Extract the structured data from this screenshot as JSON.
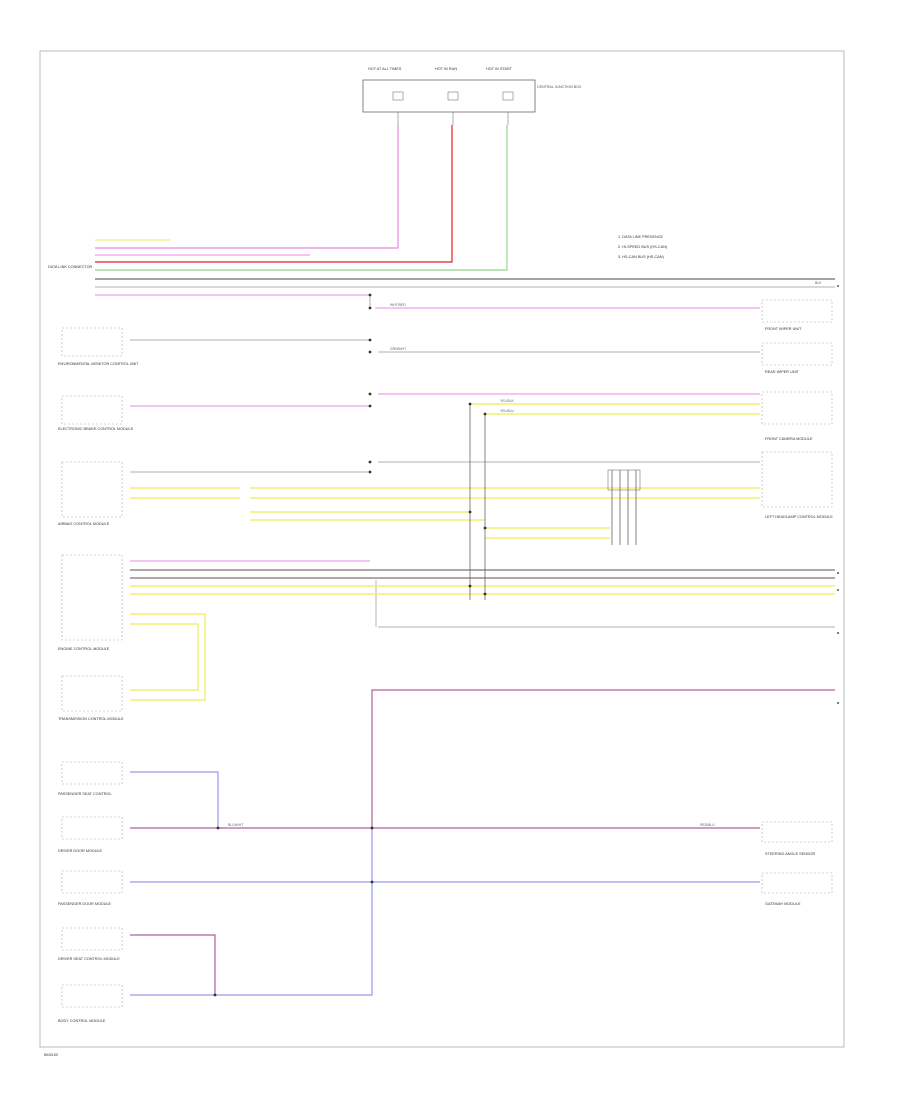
{
  "legend": {
    "items": [
      "1. DATA LINE PRESENCE",
      "2. HI-SPEED BUS (HS-CAN)",
      "3. HS-CAN BUS (HS-CAN)"
    ]
  },
  "footer": {
    "code": "BM2100"
  },
  "fuse_labels": [
    "HOT AT ALL TIMES",
    "HOT IN RUN",
    "HOT IN START"
  ],
  "fuse_box_label": "CENTRAL JUNCTION BOX",
  "right_column_labels": [
    "FRONT WIPER UNIT",
    "REAR WIPER UNIT",
    "FRONT CAMERA MODULE",
    "LEFT HEADLAMP CONTROL MODULE",
    "STEERING ANGLE SENSOR",
    "GATEWAY MODULE"
  ],
  "left_column_labels": [
    "DATA LINK CONNECTOR",
    "ENVIRONMENTAL MONITOR CONTROL UNIT",
    "ELECTRONIC BRAKE CONTROL MODULE",
    "AIRBAG CONTROL MODULE",
    "ENGINE CONTROL MODULE",
    "TRANSMISSION CONTROL MODULE",
    "PASSENGER SEAT CONTROL",
    "DRIVER DOOR MODULE",
    "PASSENGER DOOR MODULE",
    "DRIVER SEAT CONTROL MODULE",
    "BODY CONTROL MODULE"
  ],
  "wire_codes": [
    "WHT/RED",
    "GRN/WHT",
    "YEL/BLK",
    "YEL/BLU",
    "BLU/WHT",
    "RED/BLU",
    "BLK"
  ],
  "colors": {
    "pink": "#e889e8",
    "red": "#e81f1f",
    "green": "#8fd88f",
    "yellow": "#f0f070",
    "blue": "#9a9af0",
    "purple": "#b0609a",
    "gray": "#999999",
    "dark": "#444444"
  }
}
